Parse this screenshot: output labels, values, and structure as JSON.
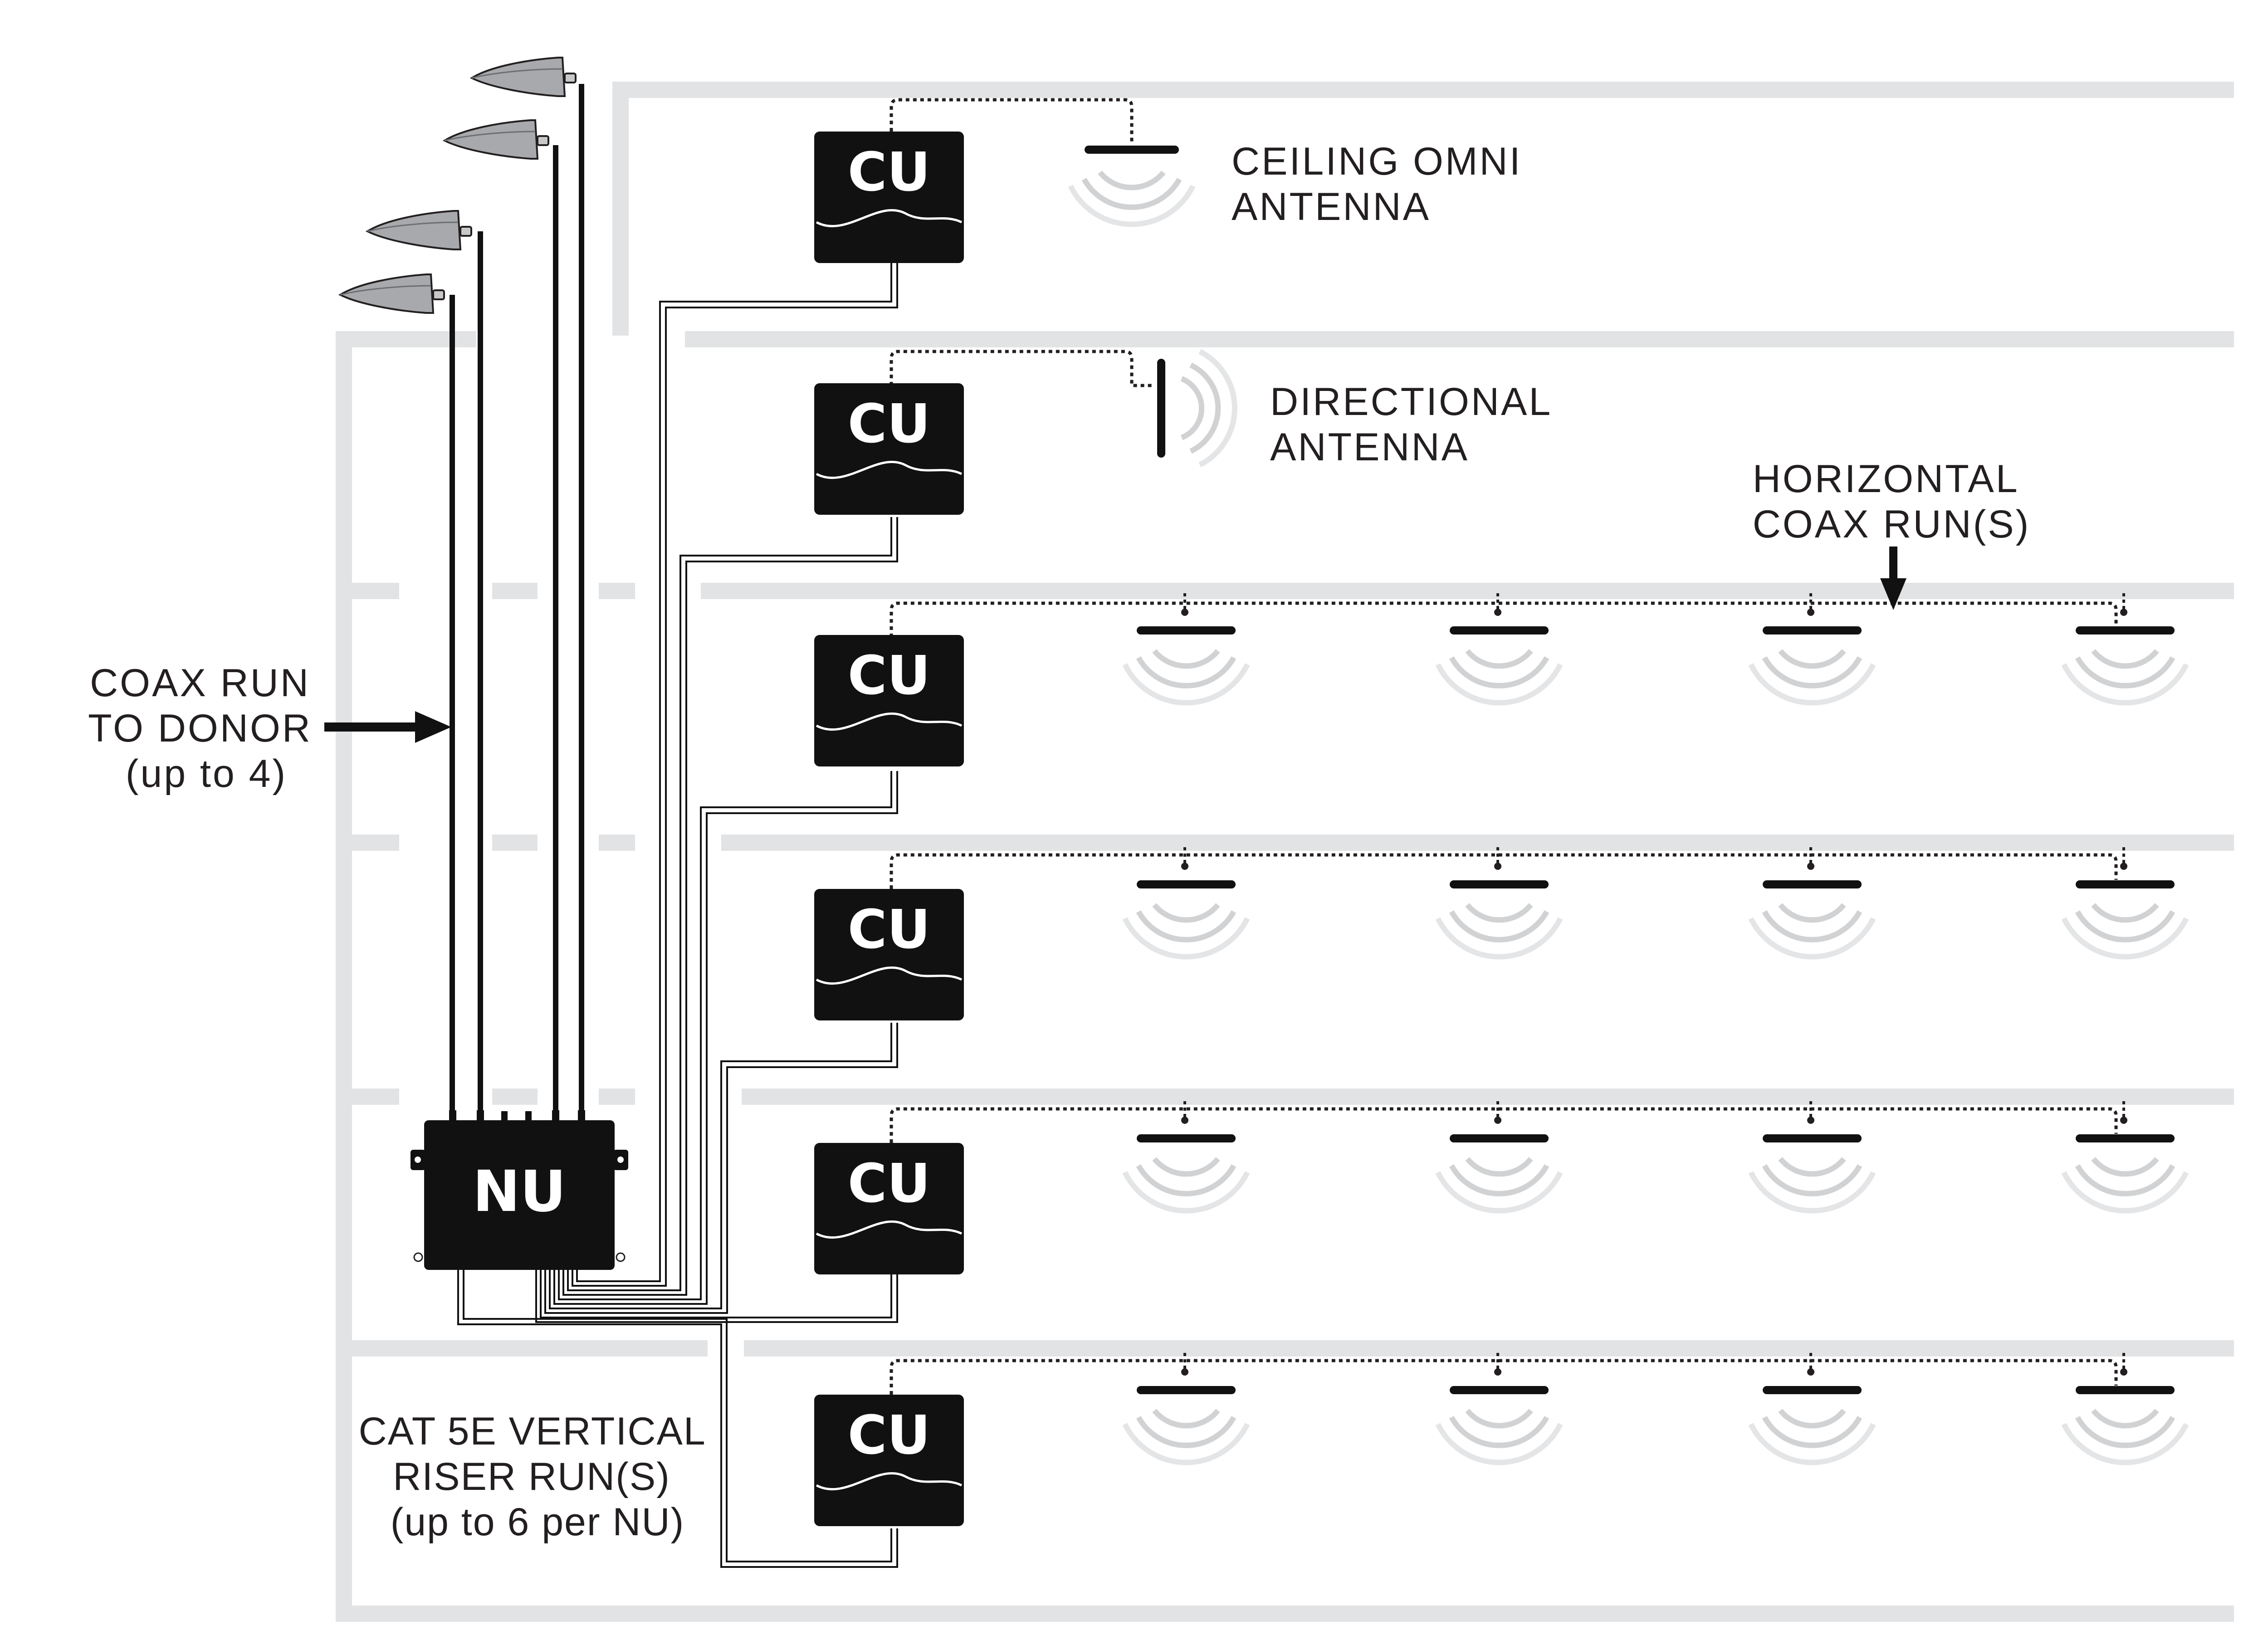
{
  "nodes": {
    "network_unit": "NU",
    "coverage_unit": "CU"
  },
  "labels": {
    "ceiling_omni": [
      "CEILING OMNI",
      "ANTENNA"
    ],
    "directional": [
      "DIRECTIONAL",
      "ANTENNA"
    ],
    "horizontal_coax": [
      "HORIZONTAL",
      "COAX RUN(S)"
    ],
    "coax_donor": [
      "COAX RUN",
      "TO DONOR",
      "(up to 4)"
    ],
    "cat5e_riser": [
      "CAT 5E VERTICAL",
      "RISER RUN(S)",
      "(up to 6 per NU)"
    ]
  },
  "colors": {
    "wall": "#e2e3e5",
    "unit": "#111111",
    "wave": "#c6c7c9",
    "ink": "#231f20"
  }
}
